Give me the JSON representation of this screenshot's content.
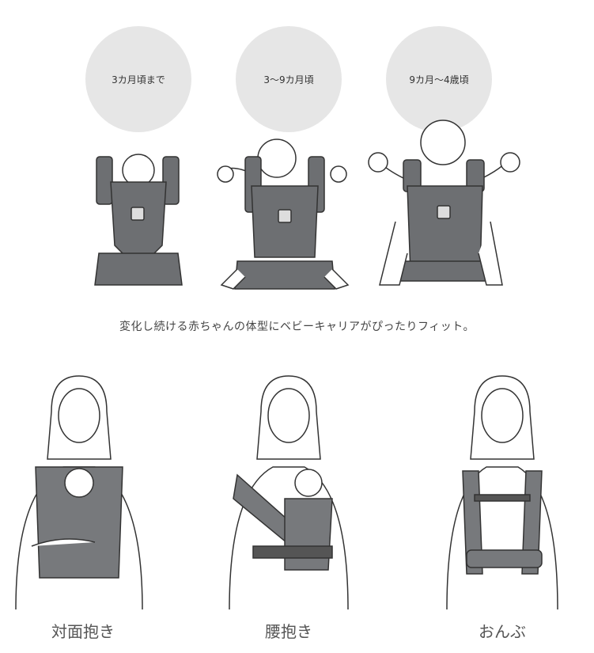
{
  "stages": [
    {
      "label": "3カ月頃まで"
    },
    {
      "label": "3〜9カ月頃"
    },
    {
      "label": "9カ月〜4歳頃"
    }
  ],
  "caption": "変化し続ける赤ちゃんの体型にベビーキャリアがぴったりフィット。",
  "positions": [
    {
      "label": "対面抱き"
    },
    {
      "label": "腰抱き"
    },
    {
      "label": "おんぶ"
    }
  ],
  "colors": {
    "circle": "#e6e6e6",
    "carrier": "#6d6f72",
    "line": "#333333"
  }
}
